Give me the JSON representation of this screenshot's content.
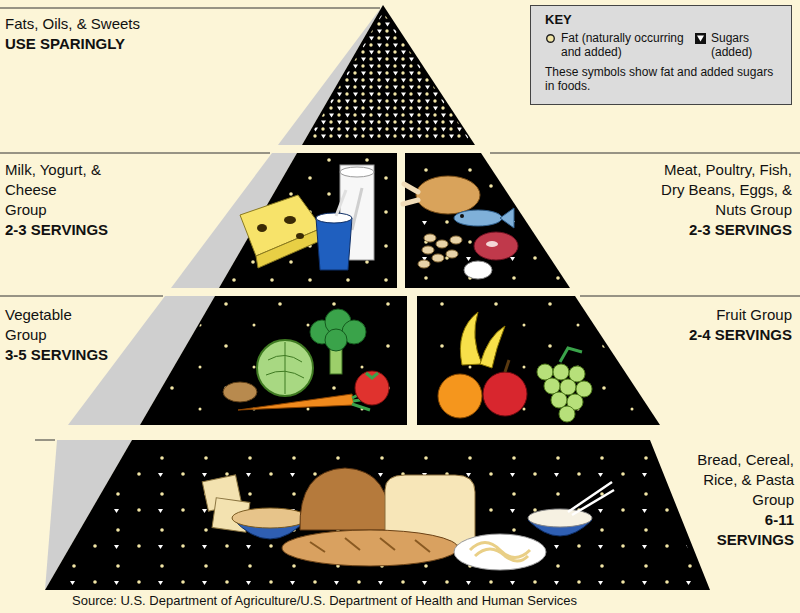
{
  "diagram": {
    "caption": "Source: U.S. Department of Agriculture/U.S. Department of Health and Human Services",
    "nodes": [
      {
        "text": [
          "KEY",
          "These symbols show fat and added sugars in foods."
        ]
      }
    ],
    "labels": [
      "Fats, Oils, & Sweets",
      "USE SPARINGLY",
      "Milk, Yogurt, & Cheese Group",
      "2-3 SERVINGS",
      "Meat, Poultry, Fish, Dry Beans, Eggs, & Nuts Group",
      "2-3 SERVINGS",
      "Vegetable Group",
      "3-5 SERVINGS",
      "Fruit Group",
      "2-4 SERVINGS",
      "Bread, Cereal, Rice, & Pasta Group",
      "6-11 SERVINGS"
    ],
    "legend": [
      {
        "text": "Fat (naturally occurring and added)"
      },
      {
        "text": "Sugars (added)"
      }
    ]
  }
}
